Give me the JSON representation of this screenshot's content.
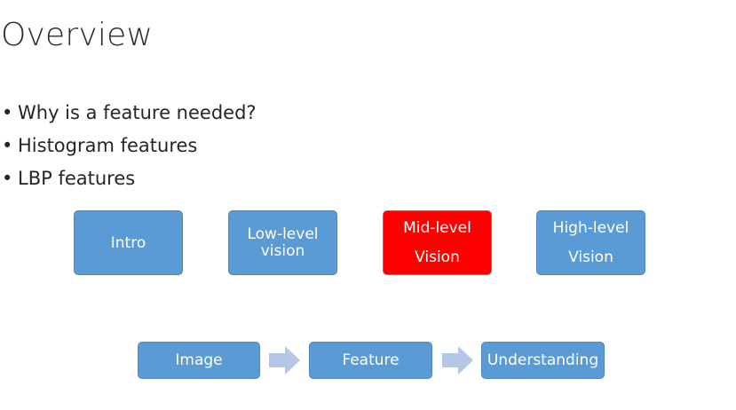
{
  "slide": {
    "title": "Overview",
    "bullets": [
      "Why is a feature needed?",
      "Histogram features",
      "LBP features"
    ]
  },
  "stages": [
    {
      "lines": [
        "Intro"
      ],
      "highlighted": false
    },
    {
      "lines": [
        "Low-level",
        "vision"
      ],
      "highlighted": false
    },
    {
      "lines": [
        "Mid-level",
        "Vision"
      ],
      "highlighted": true
    },
    {
      "lines": [
        "High-level",
        "Vision"
      ],
      "highlighted": false
    }
  ],
  "pipeline": {
    "steps": [
      "Image",
      "Feature",
      "Understanding"
    ],
    "arrow_icon": "chevron-right-arrow-icon"
  },
  "colors": {
    "box_fill": "#5b9bd5",
    "box_highlight": "#ff0000",
    "box_border": "#4f87bb",
    "arrow_fill": "#b4c7e7",
    "box_text": "#ffffff"
  }
}
